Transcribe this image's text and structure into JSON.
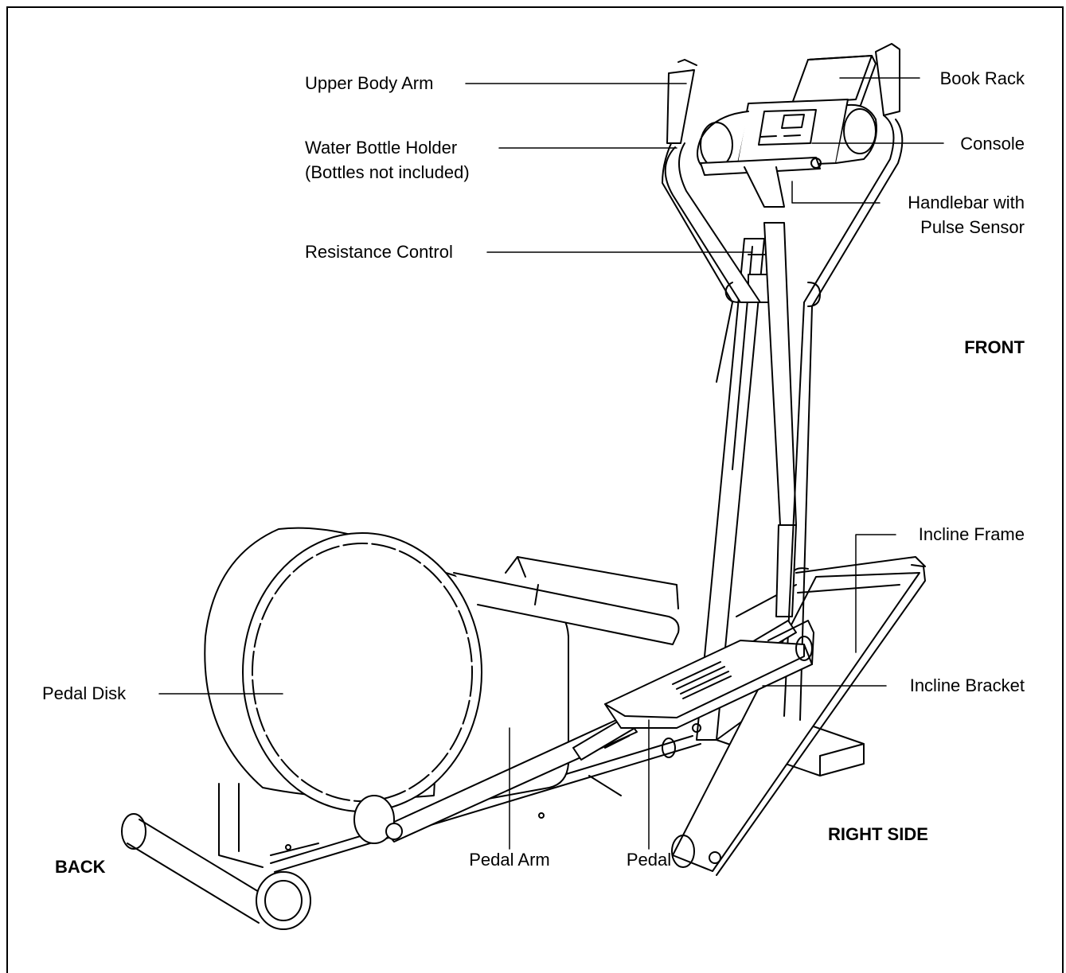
{
  "labels": {
    "upper_body_arm": "Upper Body Arm",
    "water_bottle_holder_1": "Water Bottle Holder",
    "water_bottle_holder_2": "(Bottles not included)",
    "resistance_control": "Resistance Control",
    "book_rack": "Book Rack",
    "console": "Console",
    "handlebar_1": "Handlebar with",
    "handlebar_2": "Pulse Sensor",
    "front": "FRONT",
    "incline_frame": "Incline Frame",
    "incline_bracket": "Incline Bracket",
    "pedal_disk": "Pedal Disk",
    "pedal_arm": "Pedal Arm",
    "pedal": "Pedal",
    "right_side": "RIGHT SIDE",
    "back": "BACK"
  }
}
